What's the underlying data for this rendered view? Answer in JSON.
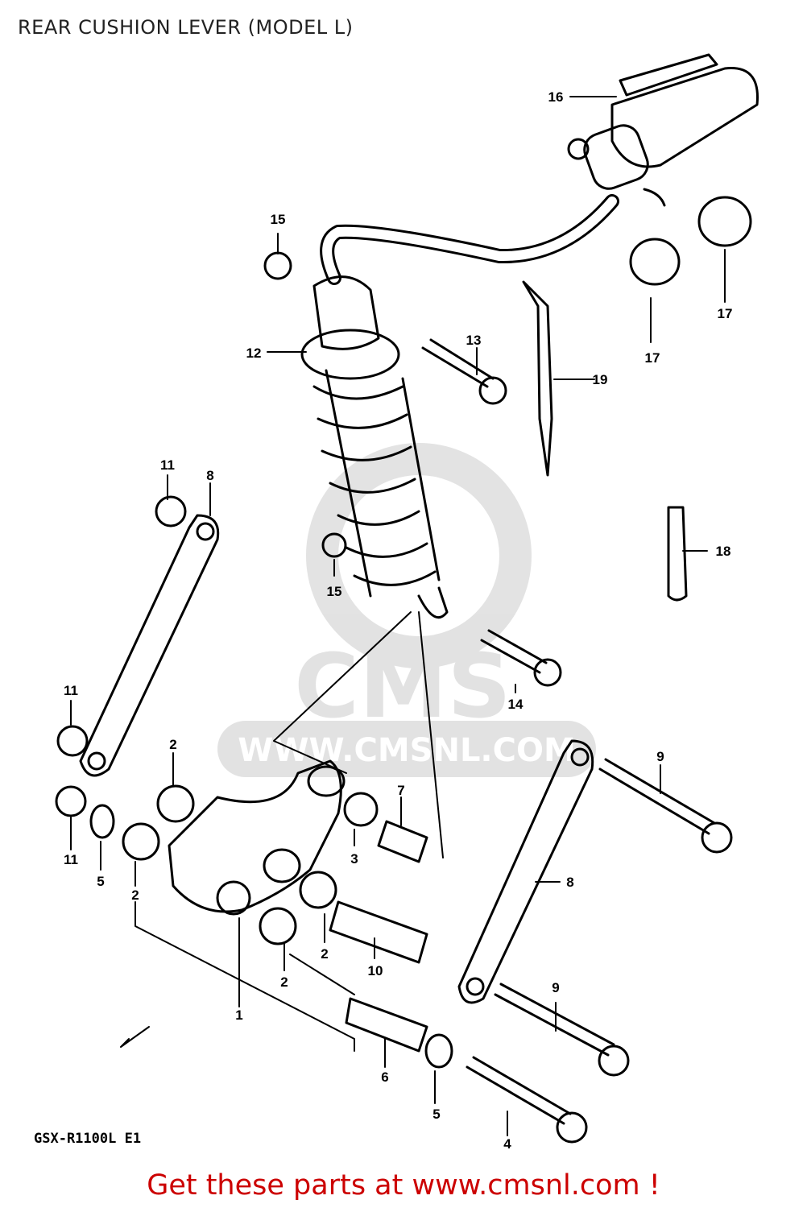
{
  "header": {
    "title": "REAR CUSHION LEVER (MODEL L)"
  },
  "watermark": {
    "logo_text": "CMS",
    "url_text": "WWW.CMSNL.COM"
  },
  "callouts": {
    "c1": "1",
    "c2a": "2",
    "c2b": "2",
    "c2c": "2",
    "c2d": "2",
    "c3": "3",
    "c4": "4",
    "c5a": "5",
    "c5b": "5",
    "c6": "6",
    "c7": "7",
    "c8a": "8",
    "c8b": "8",
    "c9a": "9",
    "c9b": "9",
    "c10": "10",
    "c11a": "11",
    "c11b": "11",
    "c11c": "11",
    "c12": "12",
    "c13": "13",
    "c14": "14",
    "c15a": "15",
    "c15b": "15",
    "c16": "16",
    "c17a": "17",
    "c17b": "17",
    "c18": "18",
    "c19": "19"
  },
  "footer": {
    "model_code": "GSX-R1100L E1",
    "cta": "Get these parts at www.cmsnl.com !",
    "cta_color": "#cc0000"
  }
}
